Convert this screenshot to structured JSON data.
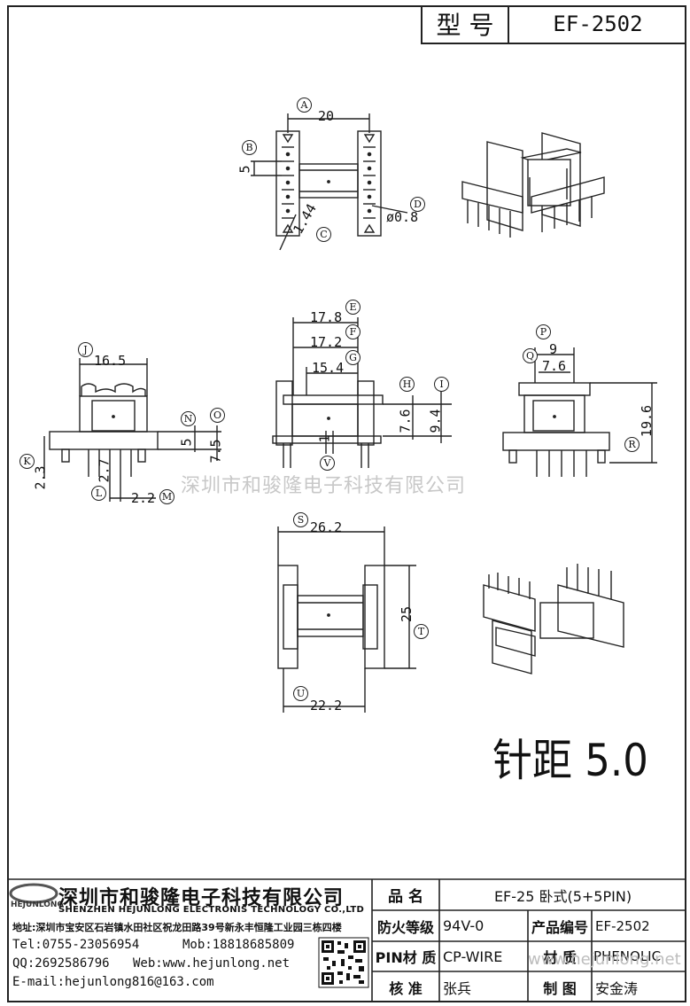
{
  "header": {
    "model_label": "型 号",
    "model_value": "EF-2502"
  },
  "pitch_note": "针距 5.0",
  "watermark": {
    "center": "深圳市和骏隆电子科技有限公司",
    "footer": "www.hejunlong.net"
  },
  "dims": {
    "top_view": {
      "a": "20",
      "b": "5",
      "c": "1.44",
      "d": "ø0.8"
    },
    "left_view": {
      "j": "16.5",
      "n": "5",
      "o": "7.5",
      "k": "2.3",
      "l": "2.7",
      "m": "2.2"
    },
    "front_view": {
      "e": "17.8",
      "f": "17.2",
      "g": "15.4",
      "h": "7.6",
      "i": "9.4",
      "v": "1"
    },
    "right_view": {
      "p": "9",
      "q": "7.6",
      "r": "19.6"
    },
    "bottom_view": {
      "s": "26.2",
      "t": "25",
      "u": "22.2"
    }
  },
  "markers": {
    "a": "A",
    "b": "B",
    "c": "C",
    "d": "D",
    "e": "E",
    "f": "F",
    "g": "G",
    "h": "H",
    "i": "I",
    "j": "J",
    "k": "K",
    "l": "L",
    "m": "M",
    "n": "N",
    "o": "O",
    "p": "P",
    "q": "Q",
    "r": "R",
    "s": "S",
    "t": "T",
    "u": "U",
    "v": "V"
  },
  "company": {
    "logo_text": "HEJUNLONG",
    "name_cn": "深圳市和骏隆电子科技有限公司",
    "name_en": "SHENZHEN HEJUNLONG ELECTRONIS TECHNOLOGY CO.,LTD",
    "address": "地址:深圳市宝安区石岩镇水田社区祝龙田路39号新永丰恒隆工业园三栋四楼",
    "tel": "Tel:0755-23056954",
    "mob": "Mob:18818685809",
    "qq": "QQ:2692586796",
    "web": "Web:www.hejunlong.net",
    "email": "E-mail:hejunlong816@163.com"
  },
  "spec": {
    "name_label": "品 名",
    "name_value": "EF-25 卧式(5+5PIN)",
    "fire_label": "防火等级",
    "fire_value": "94V-0",
    "code_label": "产品编号",
    "code_value": "EF-2502",
    "pin_label": "PIN材 质",
    "pin_value": "CP-WIRE",
    "material_label": "材 质",
    "material_value": "PHENOLIC",
    "check_label": "核 准",
    "check_value": "张兵",
    "draw_label": "制 图",
    "draw_value": "安金涛"
  }
}
